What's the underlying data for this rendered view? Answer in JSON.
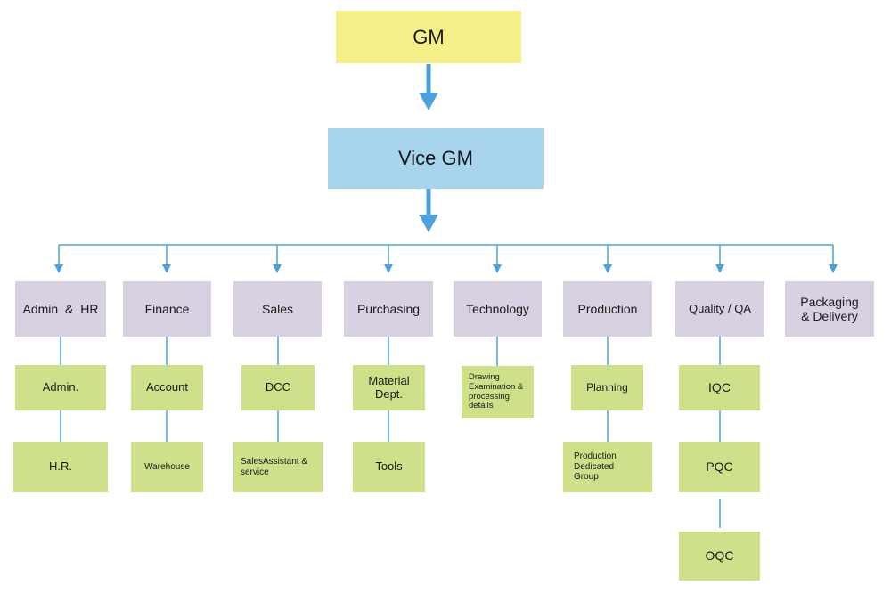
{
  "top": {
    "gm": "GM",
    "vice_gm": "Vice GM"
  },
  "departments": [
    {
      "label": "Admin & HR",
      "subs": [
        "Admin.",
        "H.R."
      ]
    },
    {
      "label": "Finance",
      "subs": [
        "Account",
        "Warehouse"
      ]
    },
    {
      "label": "Sales",
      "subs": [
        "DCC",
        "SalesAssistant & service"
      ]
    },
    {
      "label": "Purchasing",
      "subs": [
        "Material Dept.",
        "Tools"
      ]
    },
    {
      "label": "Technology",
      "subs": [
        "Drawing Examination & processing details"
      ]
    },
    {
      "label": "Production",
      "subs": [
        "Planning",
        "Production Dedicated Group"
      ]
    },
    {
      "label": "Quality / QA",
      "subs": [
        "IQC",
        "PQC",
        "OQC"
      ]
    },
    {
      "label": "Packaging & Delivery",
      "subs": []
    }
  ],
  "colors": {
    "connector": "#4aa3df",
    "gm": "#f6f08a",
    "vice_gm": "#a9d4ee",
    "department": "#d7d1e2",
    "sub_unit": "#cfe08a"
  }
}
